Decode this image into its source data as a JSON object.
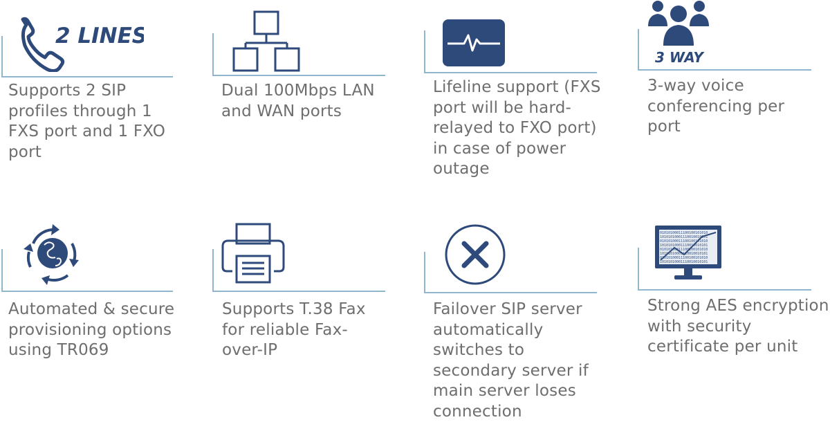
{
  "colors": {
    "icon": "#2e4a7a",
    "rule": "#8fb6cc",
    "text": "#6e6e6e"
  },
  "features": [
    {
      "icon": "phone-icon",
      "icon_text": "2 LINES",
      "text": "Supports 2 SIP\nprofiles through 1\nFXS port and 1 FXO\nport"
    },
    {
      "icon": "network-icon",
      "text": "Dual 100Mbps LAN\nand WAN ports"
    },
    {
      "icon": "heartbeat-monitor-icon",
      "text": "Lifeline support (FXS\nport will be hard-\nrelayed to FXO port)\nin case of power\noutage"
    },
    {
      "icon": "group-icon",
      "icon_text": "3 WAY",
      "text": "3-way voice\nconferencing per\nport"
    },
    {
      "icon": "globe-sync-icon",
      "text": "Automated & secure\nprovisioning options\nusing TR069"
    },
    {
      "icon": "fax-printer-icon",
      "text": "Supports T.38 Fax\nfor reliable Fax-\nover-IP"
    },
    {
      "icon": "close-circle-icon",
      "text": "Failover SIP server\nautomatically\nswitches to\nsecondary server if\nmain server loses\nconnection"
    },
    {
      "icon": "encrypted-monitor-icon",
      "text": "Strong AES encryption\nwith security\ncertificate per unit"
    }
  ]
}
